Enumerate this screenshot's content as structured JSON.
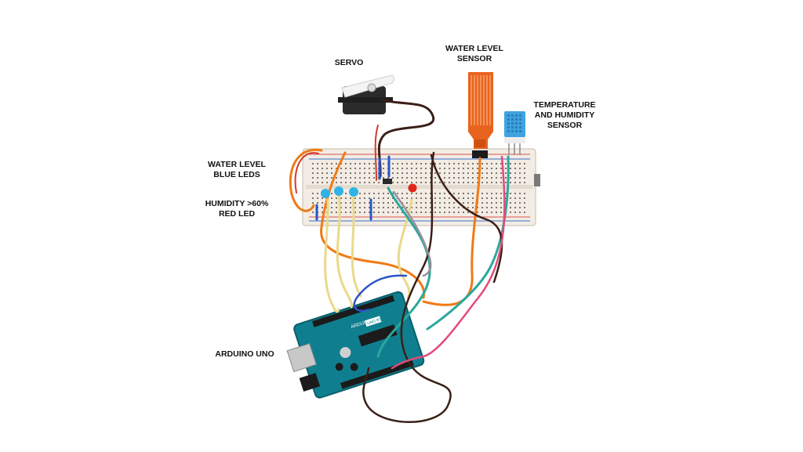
{
  "labels": {
    "servo": "SERVO",
    "water_sensor": [
      "WATER LEVEL",
      "SENSOR"
    ],
    "temp_sensor": [
      "TEMPERATURE",
      "AND HUMIDITY",
      "SENSOR"
    ],
    "blue_leds": [
      "WATER LEVEL",
      "BLUE LEDS"
    ],
    "red_led": [
      "HUMIDITY >60%",
      "RED LED"
    ],
    "arduino": "ARDUINO UNO"
  },
  "board_text": [
    "ARDUINO",
    "UNO R3"
  ],
  "colors": {
    "breadboard": "#f2ece4",
    "breadboard_rail_red": "#d9534f",
    "breadboard_rail_blue": "#3a6fd1",
    "arduino_pcb": "#0f7f8f",
    "water_sensor_pcb": "#e8641e",
    "dht_sensor": "#3fa3e0",
    "led_blue": "#2fb3e6",
    "led_red": "#e0261b",
    "wire_orange": "#f07a16",
    "wire_yellow": "#e9d98a",
    "wire_teal": "#2aa89c",
    "wire_brown": "#3a1f17",
    "wire_pink": "#e34a7a",
    "wire_blue": "#2a55c7",
    "wire_grey": "#9a8f9a"
  }
}
